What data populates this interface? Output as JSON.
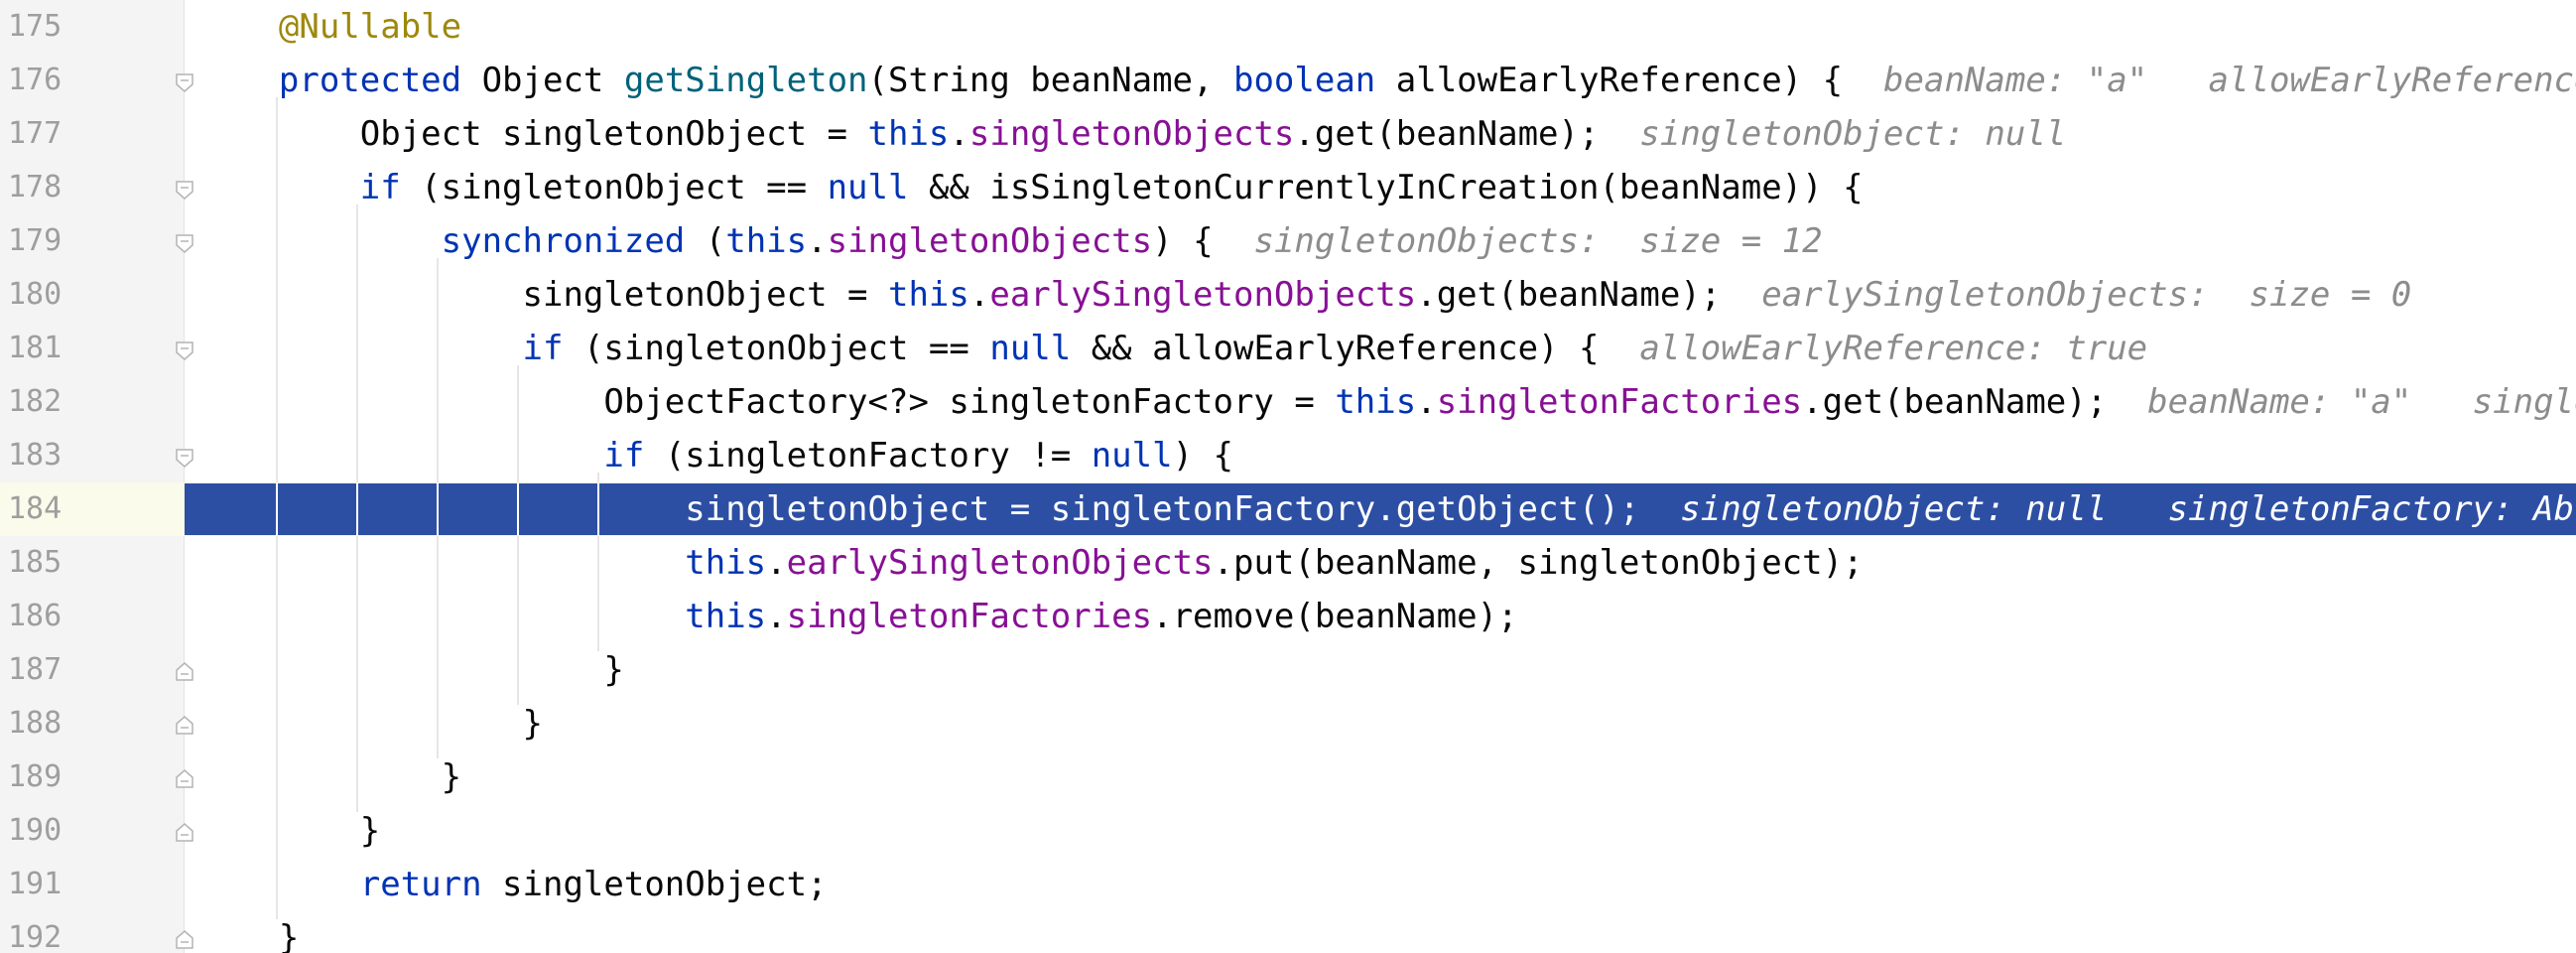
{
  "editor": {
    "lines": [
      {
        "num": "175",
        "tokens": [
          [
            "ann",
            "    @Nullable"
          ]
        ],
        "hint": ""
      },
      {
        "num": "176",
        "tokens": [
          [
            "kw",
            "    protected"
          ],
          [
            "plain",
            " Object "
          ],
          [
            "fn",
            "getSingleton"
          ],
          [
            "plain",
            "(String beanName, "
          ],
          [
            "kw",
            "boolean"
          ],
          [
            "plain",
            " allowEarlyReference) {"
          ]
        ],
        "hint": "  beanName: \"a\"   allowEarlyReference:"
      },
      {
        "num": "177",
        "tokens": [
          [
            "plain",
            "        Object singletonObject = "
          ],
          [
            "kw",
            "this"
          ],
          [
            "plain",
            "."
          ],
          [
            "field",
            "singletonObjects"
          ],
          [
            "plain",
            ".get(beanName);"
          ]
        ],
        "hint": "  singletonObject: null"
      },
      {
        "num": "178",
        "tokens": [
          [
            "kw",
            "        if"
          ],
          [
            "plain",
            " (singletonObject == "
          ],
          [
            "kw",
            "null"
          ],
          [
            "plain",
            " && isSingletonCurrentlyInCreation(beanName)) {"
          ]
        ],
        "hint": ""
      },
      {
        "num": "179",
        "tokens": [
          [
            "kw",
            "            synchronized"
          ],
          [
            "plain",
            " ("
          ],
          [
            "kw",
            "this"
          ],
          [
            "plain",
            "."
          ],
          [
            "field",
            "singletonObjects"
          ],
          [
            "plain",
            ") {"
          ]
        ],
        "hint": "  singletonObjects:  size = 12"
      },
      {
        "num": "180",
        "tokens": [
          [
            "plain",
            "                singletonObject = "
          ],
          [
            "kw",
            "this"
          ],
          [
            "plain",
            "."
          ],
          [
            "field",
            "earlySingletonObjects"
          ],
          [
            "plain",
            ".get(beanName);"
          ]
        ],
        "hint": "  earlySingletonObjects:  size = 0"
      },
      {
        "num": "181",
        "tokens": [
          [
            "kw",
            "                if"
          ],
          [
            "plain",
            " (singletonObject == "
          ],
          [
            "kw",
            "null"
          ],
          [
            "plain",
            " && allowEarlyReference) {"
          ]
        ],
        "hint": "  allowEarlyReference: true"
      },
      {
        "num": "182",
        "tokens": [
          [
            "plain",
            "                    ObjectFactory<?> singletonFactory = "
          ],
          [
            "kw",
            "this"
          ],
          [
            "plain",
            "."
          ],
          [
            "field",
            "singletonFactories"
          ],
          [
            "plain",
            ".get(beanName);"
          ]
        ],
        "hint": "  beanName: \"a\"   singlet"
      },
      {
        "num": "183",
        "tokens": [
          [
            "kw",
            "                    if"
          ],
          [
            "plain",
            " (singletonFactory != "
          ],
          [
            "kw",
            "null"
          ],
          [
            "plain",
            ") {"
          ]
        ],
        "hint": ""
      },
      {
        "num": "184",
        "tokens": [
          [
            "plain",
            "                        singletonObject = singletonFactory.getObject();"
          ]
        ],
        "hint": "  singletonObject: null   singletonFactory: Abst"
      },
      {
        "num": "185",
        "tokens": [
          [
            "kw",
            "                        this"
          ],
          [
            "plain",
            "."
          ],
          [
            "field",
            "earlySingletonObjects"
          ],
          [
            "plain",
            ".put(beanName, singletonObject);"
          ]
        ],
        "hint": ""
      },
      {
        "num": "186",
        "tokens": [
          [
            "kw",
            "                        this"
          ],
          [
            "plain",
            "."
          ],
          [
            "field",
            "singletonFactories"
          ],
          [
            "plain",
            ".remove(beanName);"
          ]
        ],
        "hint": ""
      },
      {
        "num": "187",
        "tokens": [
          [
            "plain",
            "                    }"
          ]
        ],
        "hint": ""
      },
      {
        "num": "188",
        "tokens": [
          [
            "plain",
            "                }"
          ]
        ],
        "hint": ""
      },
      {
        "num": "189",
        "tokens": [
          [
            "plain",
            "            }"
          ]
        ],
        "hint": ""
      },
      {
        "num": "190",
        "tokens": [
          [
            "plain",
            "        }"
          ]
        ],
        "hint": ""
      },
      {
        "num": "191",
        "tokens": [
          [
            "kw",
            "        return"
          ],
          [
            "plain",
            " singletonObject;"
          ]
        ],
        "hint": ""
      },
      {
        "num": "192",
        "tokens": [
          [
            "plain",
            "    }"
          ]
        ],
        "hint": ""
      }
    ],
    "execution_line": "184",
    "colors": {
      "keyword": "#0033b3",
      "method": "#00627a",
      "field": "#871094",
      "annotation": "#9e880d",
      "hint": "#8c8c8c",
      "execution_highlight": "#2d4fa3"
    }
  }
}
